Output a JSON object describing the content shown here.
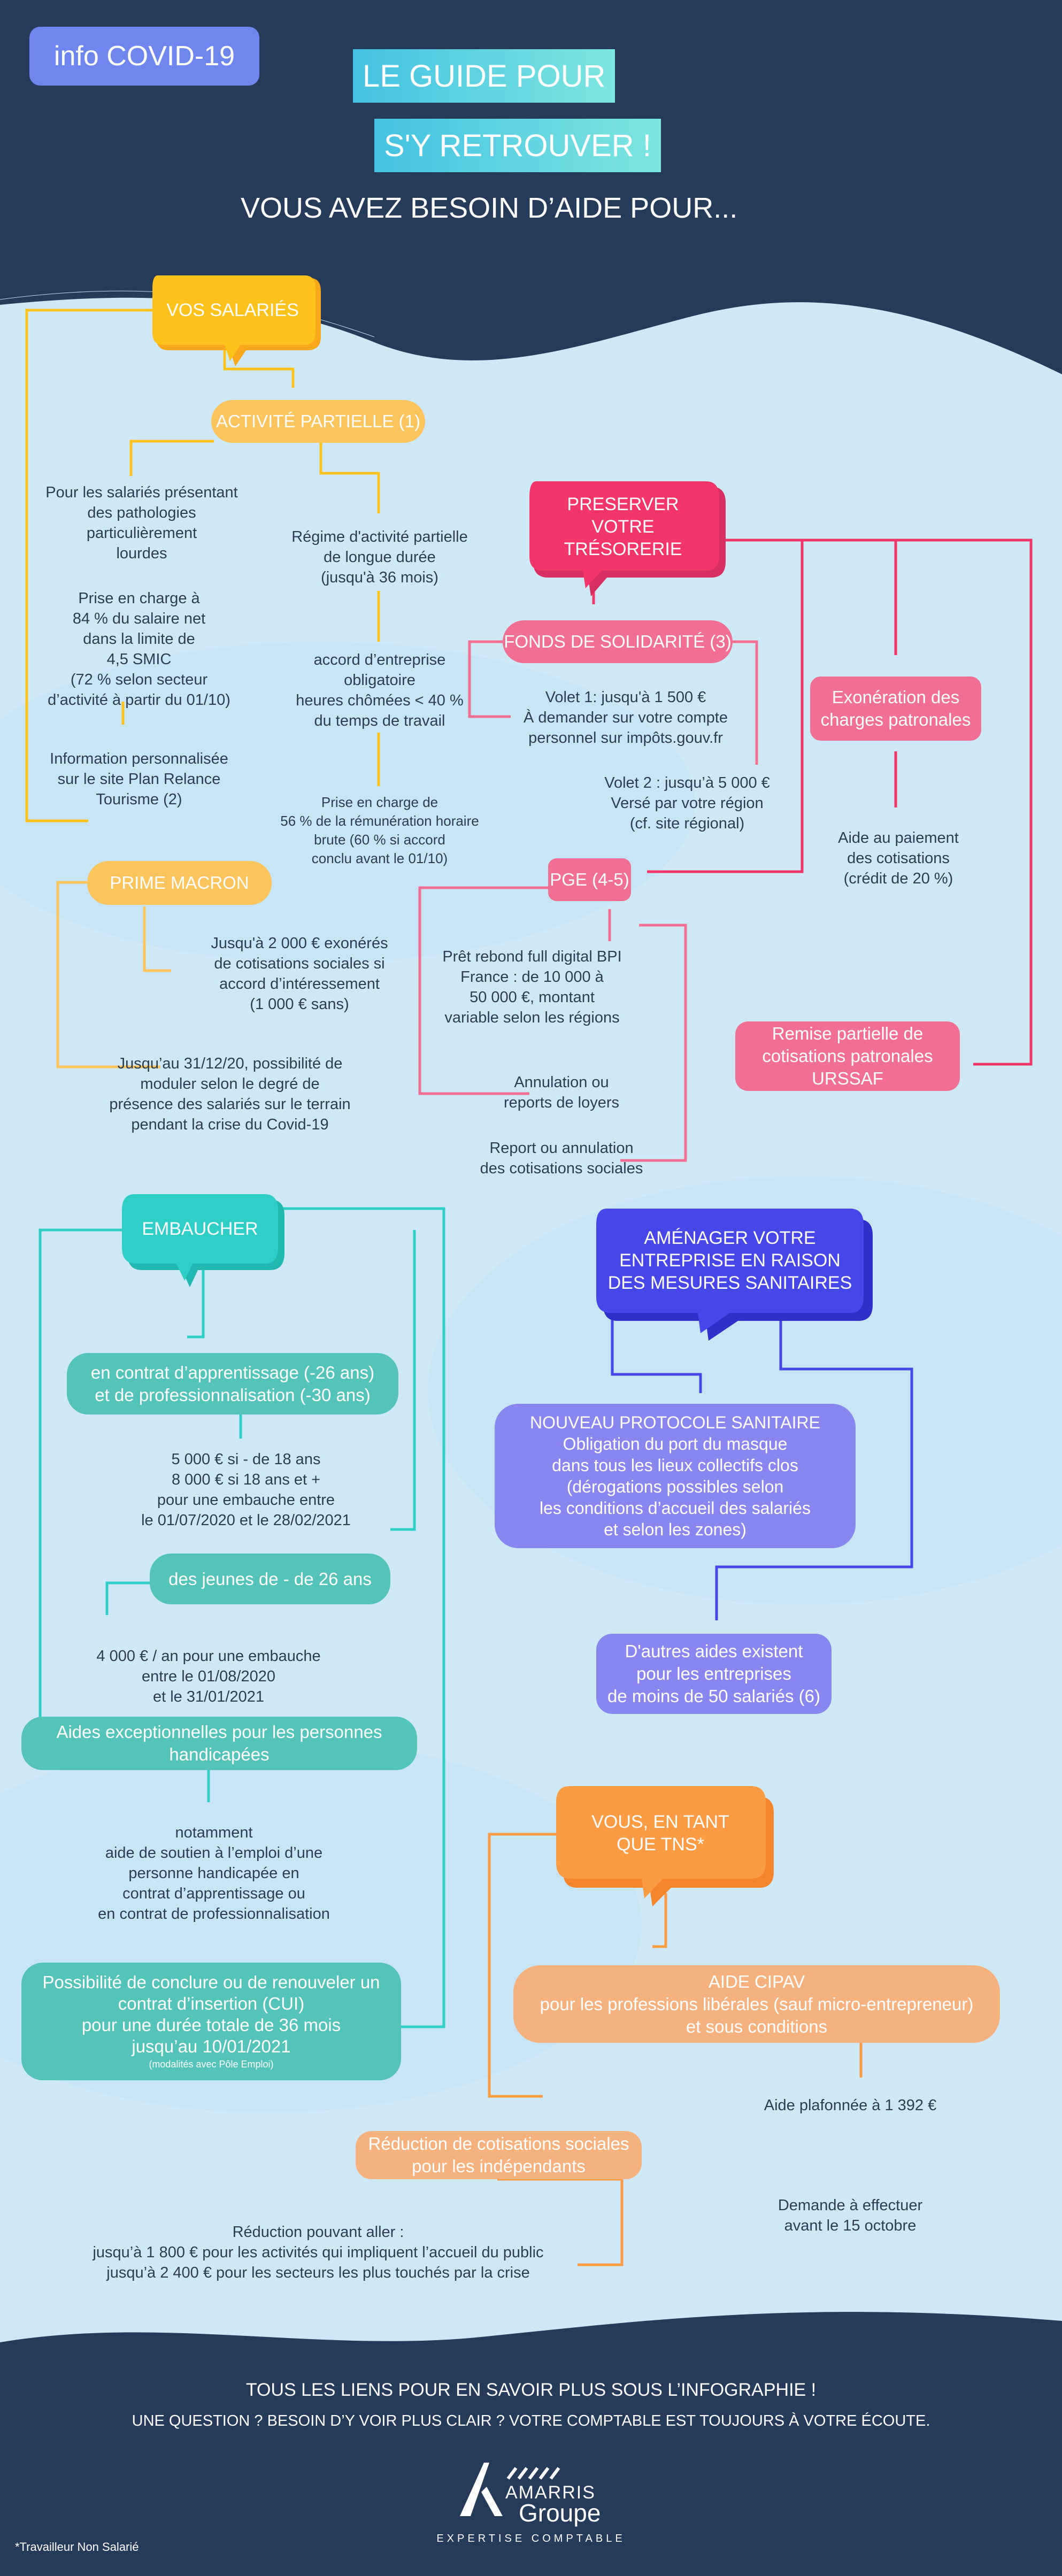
{
  "header": {
    "badge": "info COVID-19",
    "title_line1": "LE GUIDE POUR",
    "title_line2": "S'Y RETROUVER !",
    "subtitle": "VOUS AVEZ BESOIN D’AIDE POUR..."
  },
  "colors": {
    "navy": "#263b5a",
    "yellow": "#fdc31c",
    "yellow_light": "#fbc45d",
    "pink": "#f2366a",
    "pink_light": "#f06f92",
    "teal": "#2fcfc8",
    "teal_light": "#53c4b7",
    "purple": "#4746e8",
    "purple_light": "#8a86ef",
    "orange": "#fb9b44",
    "orange_light": "#f6b27e",
    "background": "#cfe8f6"
  },
  "salaries": {
    "bubble": "VOS SALARIÉS",
    "activite_partielle": "ACTIVITÉ PARTIELLE (1)",
    "pathologies": "Pour les salariés présentant\ndes pathologies\nparticulièrement\nlourdes",
    "prise_en_charge": "Prise en charge à\n84 % du salaire net\ndans la limite de\n4,5 SMIC\n(72 % selon secteur\nd’activité à partir du 01/10)",
    "information": "Information personnalisée\nsur le site Plan Relance\nTourisme (2)",
    "regime": "Régime d'activité partielle\nde longue durée\n(jusqu'à 36 mois)",
    "accord": "accord d’entreprise\nobligatoire\nheures chômées < 40 %\ndu temps de travail",
    "prise_56": "Prise en charge de\n56 % de la rémunération horaire\nbrute (60 % si accord\nconclu avant le 01/10)",
    "prime_macron": "PRIME MACRON",
    "prime_2000": "Jusqu'à 2 000 € exonérés\nde cotisations sociales si\naccord d’intéressement\n(1 000 € sans)",
    "prime_3112": "Jusqu’au 31/12/20, possibilité  de\nmoduler selon le degré de\nprésence des salariés sur le terrain\npendant la crise du Covid-19"
  },
  "tresorerie": {
    "bubble": "PRESERVER\nVOTRE\nTRÉSORERIE",
    "fonds": "FONDS DE SOLIDARITÉ (3)",
    "volet1": "Volet 1:  jusqu'à 1 500 €\nÀ demander sur votre compte\npersonnel sur impôts.gouv.fr",
    "volet2": "Volet 2 :  jusqu’à 5 000 €\nVersé par votre région\n(cf. site régional)",
    "exoneration": "Exonération des\ncharges patronales",
    "aide_paiement": "Aide au paiement\ndes cotisations\n(crédit de 20 %)",
    "pge": "PGE (4-5)",
    "pret": "Prêt rebond full digital BPI\nFrance : de 10 000 à\n50 000 €, montant\nvariable selon les régions",
    "annulation": "Annulation ou\nreports de loyers",
    "report": "Report ou annulation\ndes cotisations sociales",
    "remise": "Remise partielle de\ncotisations patronales\nURSSAF"
  },
  "embaucher": {
    "bubble": "EMBAUCHER",
    "apprentissage": "en contrat d’apprentissage (-26 ans)\net de professionnalisation (-30 ans)",
    "montants": "5 000 € si - de 18 ans\n8 000 € si 18 ans et +\npour une embauche entre\nle 01/07/2020 et le 28/02/2021",
    "jeunes": "des jeunes de - de 26 ans",
    "jeunes_montant": "4 000 € / an pour une embauche\nentre le 01/08/2020\net le 31/01/2021",
    "handicap": "Aides exceptionnelles pour les personnes\nhandicapées",
    "handicap_detail": "notamment\naide de soutien à l’emploi d’une\npersonne handicapée en\ncontrat d’apprentissage ou\nen contrat de professionnalisation",
    "cui": "Possibilité de conclure ou de renouveler un\ncontrat d’insertion (CUI)\npour une durée totale de 36 mois\njusqu’au 10/01/2021",
    "cui_note": "(modalités avec Pôle Emploi)"
  },
  "amenager": {
    "bubble": "AMÉNAGER VOTRE\nENTREPRISE EN RAISON\nDES MESURES SANITAIRES",
    "protocole": "NOUVEAU PROTOCOLE SANITAIRE\nObligation du port du masque\ndans tous les lieux collectifs clos\n(dérogations possibles selon\nles conditions d’accueil des salariés\net selon les zones)",
    "autres_aides": "D'autres aides existent\npour les entreprises\nde moins de 50 salariés (6)"
  },
  "tns": {
    "bubble": "VOUS, EN TANT\nQUE TNS*",
    "cipav": "AIDE CIPAV\npour les professions libérales (sauf micro-entrepreneur)\net sous conditions",
    "plafonnee": "Aide plafonnée à 1 392 €",
    "demande": "Demande à effectuer\navant le 15 octobre",
    "reduction": "Réduction de cotisations sociales\npour les indépendants",
    "reduction_detail": "Réduction pouvant aller :\njusqu’à 1 800 € pour les activités qui impliquent l’accueil du public\njusqu’à 2 400 € pour les secteurs les plus touchés par la crise"
  },
  "footer": {
    "line1": "TOUS LES LIENS POUR EN SAVOIR PLUS SOUS L’INFOGRAPHIE !",
    "line2": "UNE QUESTION ? BESOIN D’Y VOIR PLUS CLAIR ? VOTRE COMPTABLE EST TOUJOURS À VOTRE ÉCOUTE.",
    "logo_line1": "AMARRIS",
    "logo_line2": "Groupe",
    "logo_tagline": "EXPERTISE COMPTABLE",
    "footnote": "*Travailleur Non Salarié"
  }
}
